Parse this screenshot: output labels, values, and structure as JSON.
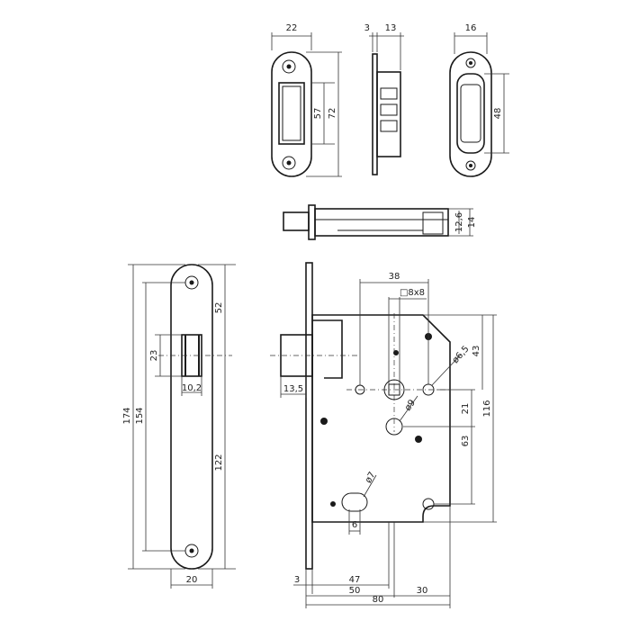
{
  "strike_plate": {
    "width": "22",
    "plate_depth": "3",
    "box_depth": "13",
    "opening_height": "57",
    "plate_height": "72"
  },
  "magnetic_strike": {
    "width": "16",
    "height": "48"
  },
  "latch_top_view": {
    "latch_height": "12,6",
    "body_height": "14"
  },
  "faceplate": {
    "total_height": "174",
    "screw_spacing": "154",
    "top_offset": "52",
    "bottom_offset": "122",
    "latch_opening_height": "23",
    "latch_opening_width": "10,2",
    "width": "20"
  },
  "lock_case": {
    "backset": "38",
    "spindle": "□8x8",
    "latch_projection": "13,5",
    "upper_hole": "ø6,5",
    "cylinder_hole": "ø9",
    "cylinder_spacing": "21",
    "upper_distance": "43",
    "case_height": "116",
    "lower_distance": "63",
    "lower_hole": "ø7",
    "slot_width": "6",
    "faceplate_thickness": "3",
    "distance_47": "47",
    "distance_50": "50",
    "case_depth": "80",
    "distance_30": "30"
  }
}
